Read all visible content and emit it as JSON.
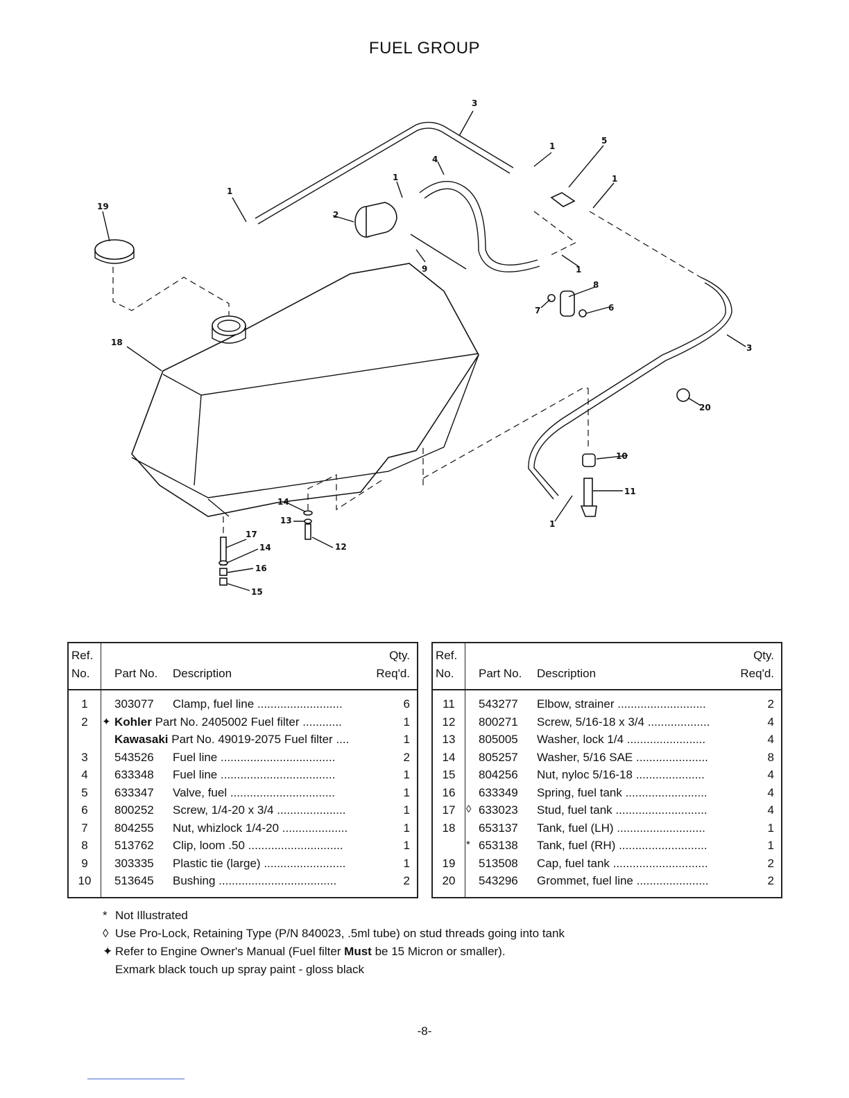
{
  "page_title": "FUEL GROUP",
  "diagram": {
    "callouts": [
      "1",
      "1",
      "1",
      "1",
      "1",
      "1",
      "2",
      "3",
      "3",
      "4",
      "5",
      "6",
      "7",
      "8",
      "9",
      "10",
      "11",
      "12",
      "13",
      "14",
      "14",
      "15",
      "16",
      "17",
      "18",
      "19",
      "20"
    ]
  },
  "table_left": {
    "header": {
      "ref": "Ref.",
      "no": "No.",
      "part_no": "Part No.",
      "description": "Description",
      "qty": "Qty.",
      "reqd": "Req'd."
    },
    "rows": [
      {
        "ref": "1",
        "mark": "",
        "part": "303077",
        "desc": "Clamp, fuel line ..........................",
        "qty": "6"
      },
      {
        "ref": "2",
        "mark": "✦",
        "brand": "Kohler",
        "part": "Part No. 2405002",
        "desc": "Fuel filter ............",
        "qty": "1"
      },
      {
        "ref": "",
        "mark": "",
        "brand": "Kawasaki",
        "part": "Part No. 49019-2075",
        "desc": "Fuel filter ....",
        "qty": "1"
      },
      {
        "ref": "3",
        "mark": "",
        "part": "543526",
        "desc": "Fuel line ...................................",
        "qty": "2"
      },
      {
        "ref": "4",
        "mark": "",
        "part": "633348",
        "desc": "Fuel line ...................................",
        "qty": "1"
      },
      {
        "ref": "5",
        "mark": "",
        "part": "633347",
        "desc": "Valve, fuel ................................",
        "qty": "1"
      },
      {
        "ref": "6",
        "mark": "",
        "part": "800252",
        "desc": "Screw, 1/4-20 x 3/4 .....................",
        "qty": "1"
      },
      {
        "ref": "7",
        "mark": "",
        "part": "804255",
        "desc": "Nut, whizlock 1/4-20 ....................",
        "qty": "1"
      },
      {
        "ref": "8",
        "mark": "",
        "part": "513762",
        "desc": "Clip, loom .50 .............................",
        "qty": "1"
      },
      {
        "ref": "9",
        "mark": "",
        "part": "303335",
        "desc": "Plastic tie (large) .........................",
        "qty": "1"
      },
      {
        "ref": "10",
        "mark": "",
        "part": "513645",
        "desc": "Bushing ....................................",
        "qty": "2"
      }
    ]
  },
  "table_right": {
    "header": {
      "ref": "Ref.",
      "no": "No.",
      "part_no": "Part No.",
      "description": "Description",
      "qty": "Qty.",
      "reqd": "Req'd."
    },
    "rows": [
      {
        "ref": "11",
        "mark": "",
        "part": "543277",
        "desc": "Elbow, strainer ...........................",
        "qty": "2"
      },
      {
        "ref": "12",
        "mark": "",
        "part": "800271",
        "desc": "Screw, 5/16-18 x 3/4 ...................",
        "qty": "4"
      },
      {
        "ref": "13",
        "mark": "",
        "part": "805005",
        "desc": "Washer, lock 1/4 ........................",
        "qty": "4"
      },
      {
        "ref": "14",
        "mark": "",
        "part": "805257",
        "desc": "Washer, 5/16 SAE ......................",
        "qty": "8"
      },
      {
        "ref": "15",
        "mark": "",
        "part": "804256",
        "desc": "Nut, nyloc 5/16-18 .....................",
        "qty": "4"
      },
      {
        "ref": "16",
        "mark": "",
        "part": "633349",
        "desc": "Spring, fuel tank .........................",
        "qty": "4"
      },
      {
        "ref": "17",
        "mark": "◊",
        "part": "633023",
        "desc": "Stud, fuel tank ............................",
        "qty": "4"
      },
      {
        "ref": "18",
        "mark": "",
        "part": "653137",
        "desc": "Tank, fuel (LH) ...........................",
        "qty": "1"
      },
      {
        "ref": "",
        "mark": "*",
        "part": "653138",
        "desc": "Tank, fuel (RH) ...........................",
        "qty": "1"
      },
      {
        "ref": "19",
        "mark": "",
        "part": "513508",
        "desc": "Cap, fuel tank .............................",
        "qty": "2"
      },
      {
        "ref": "20",
        "mark": "",
        "part": "543296",
        "desc": "Grommet, fuel line ......................",
        "qty": "2"
      }
    ]
  },
  "notes": {
    "not_illustrated_sym": "*",
    "not_illustrated": "Not Illustrated",
    "prolock_sym": "◊",
    "prolock": "Use Pro-Lock, Retaining Type (P/N 840023, .5ml tube) on stud threads going into tank",
    "refer_sym": "✦",
    "refer_pre": "Refer to Engine Owner's Manual (Fuel filter ",
    "refer_bold": "Must",
    "refer_post": " be 15 Micron or smaller).",
    "paint": "Exmark black touch up spray paint - gloss black"
  },
  "page_number": "-8-"
}
